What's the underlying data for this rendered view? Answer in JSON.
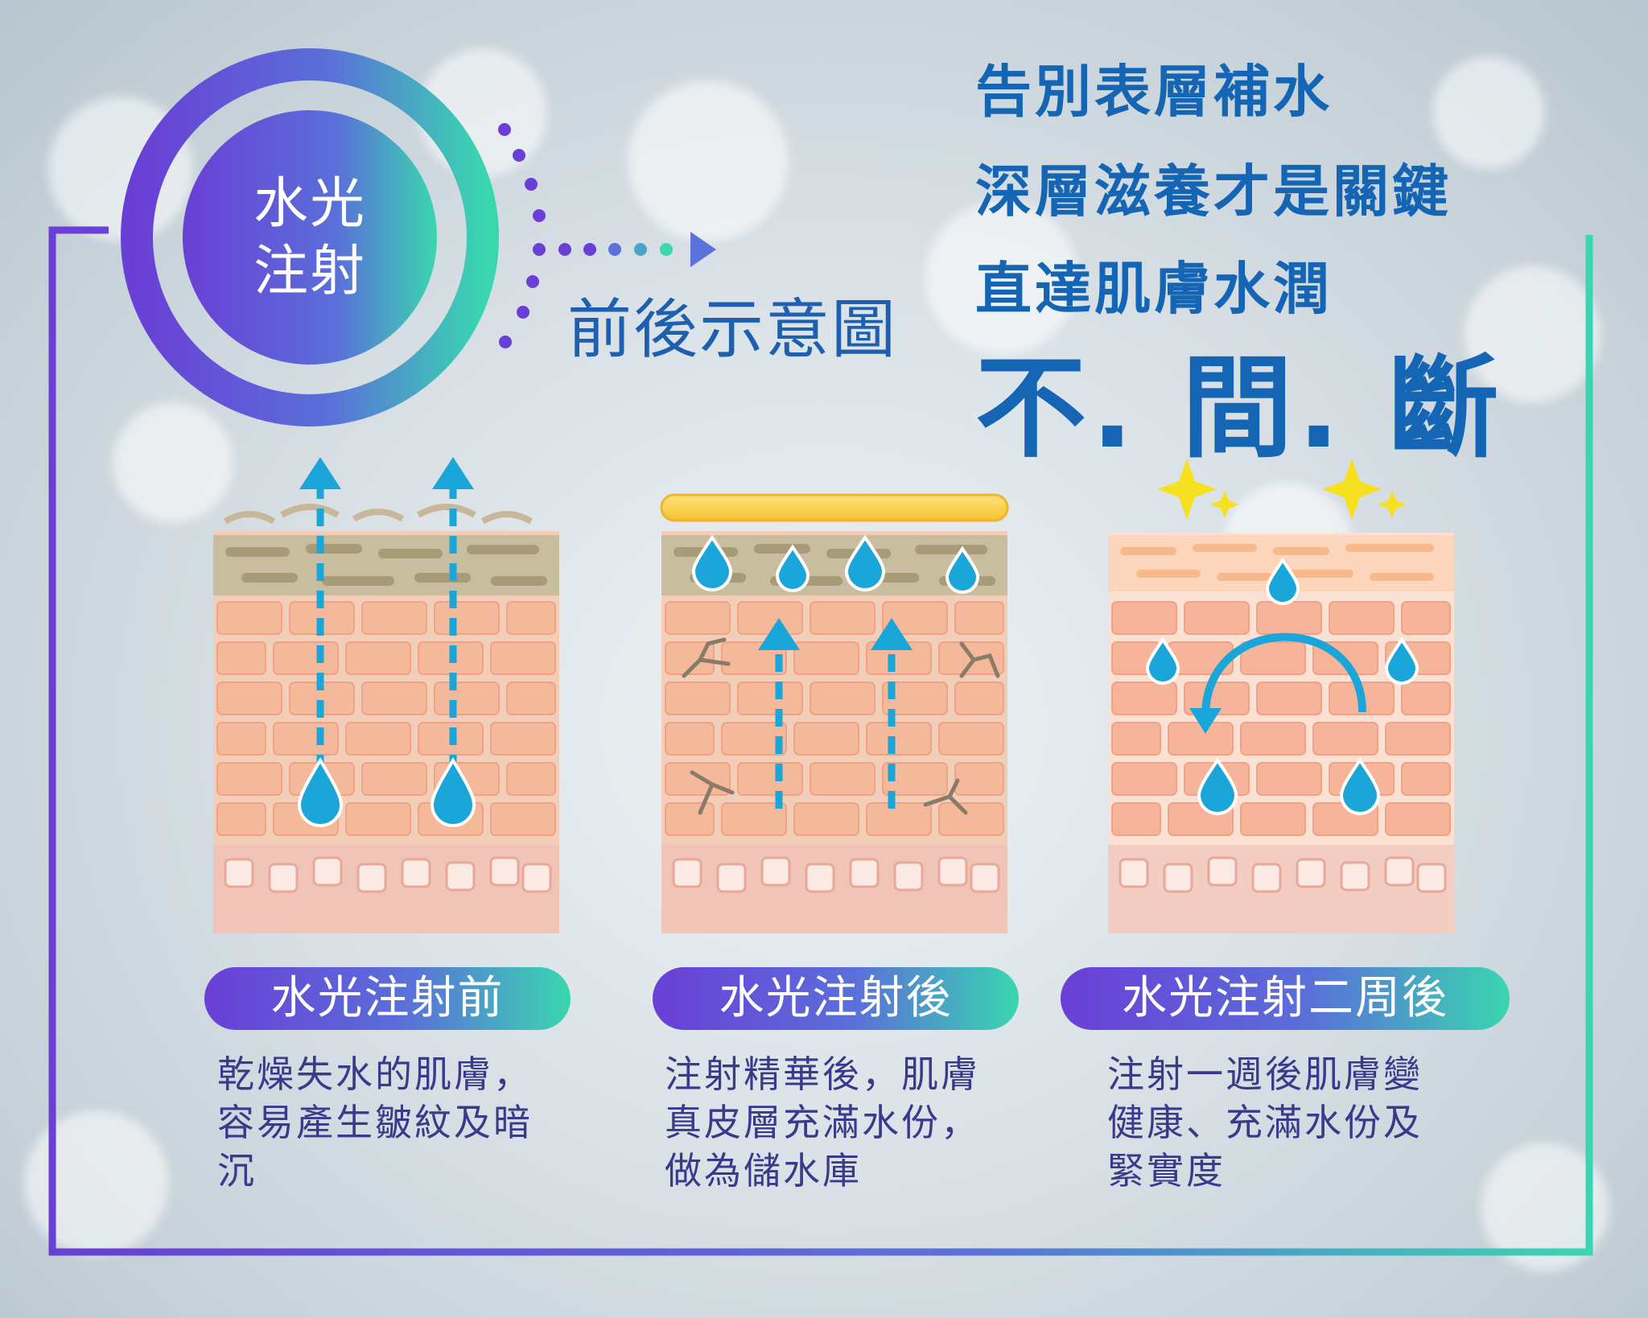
{
  "badge": {
    "line1": "水光",
    "line2": "注射"
  },
  "subtitle": "前後示意圖",
  "headline": {
    "line1": "告別表層補水",
    "line2": "深層滋養才是關鍵",
    "line3": "直達肌膚水潤",
    "emphasis": "不. 間. 斷"
  },
  "panels": [
    {
      "label": "水光注射前",
      "description": "乾燥失水的肌膚，\n容易產生皺紋及暗\n沉"
    },
    {
      "label": "水光注射後",
      "description": "注射精華後，肌膚\n真皮層充滿水份，\n做為儲水庫"
    },
    {
      "label": "水光注射二周後",
      "description": "注射一週後肌膚變\n健康、充滿水份及\n緊實度"
    }
  ],
  "colors": {
    "accent_purple": "#6a3fd6",
    "accent_teal": "#3ad6b0",
    "text_blue": "#1565b5",
    "water_drop": "#1aa6d8",
    "star_yellow": "#f7e020"
  }
}
